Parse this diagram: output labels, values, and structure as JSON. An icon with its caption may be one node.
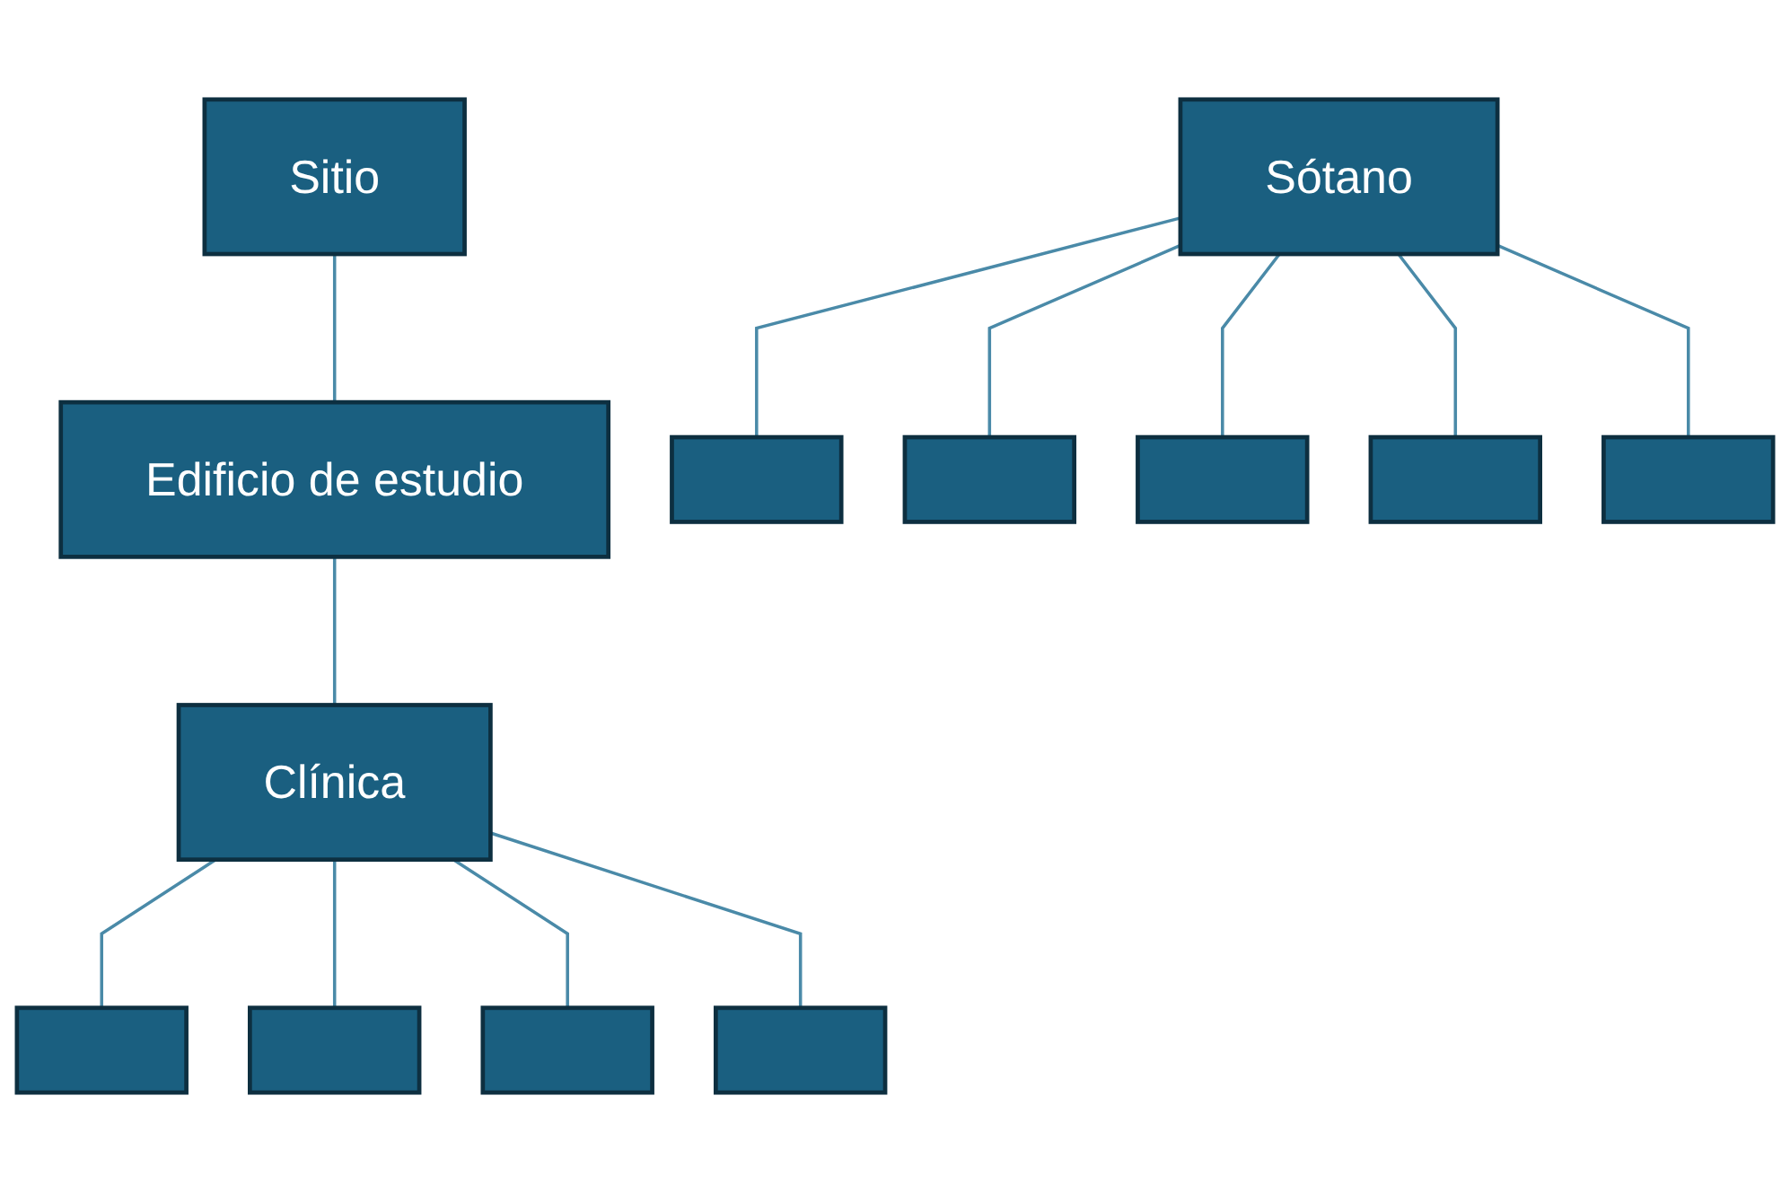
{
  "diagram": {
    "nodes": [
      {
        "text": [
          "Sitio"
        ]
      },
      {
        "text": [
          "Edificio de estudio"
        ]
      },
      {
        "text": [
          "Clínica"
        ]
      },
      {
        "text": [
          "Sótano"
        ]
      },
      {
        "text": [],
        "shape": "box"
      },
      {
        "text": [],
        "shape": "box"
      },
      {
        "text": [],
        "shape": "box"
      },
      {
        "text": [],
        "shape": "box"
      },
      {
        "text": [],
        "shape": "box"
      },
      {
        "text": [],
        "shape": "box"
      },
      {
        "text": [],
        "shape": "box"
      },
      {
        "text": [],
        "shape": "box"
      },
      {
        "text": [],
        "shape": "box"
      }
    ],
    "edges": [
      {
        "from": 0,
        "to": 1,
        "arrow": "none"
      },
      {
        "from": 1,
        "to": 2,
        "arrow": "none"
      },
      {
        "from": 2,
        "to": 4,
        "arrow": "none"
      },
      {
        "from": 2,
        "to": 5,
        "arrow": "none"
      },
      {
        "from": 2,
        "to": 6,
        "arrow": "none"
      },
      {
        "from": 2,
        "to": 7,
        "arrow": "none"
      },
      {
        "from": 3,
        "to": 8,
        "arrow": "none"
      },
      {
        "from": 3,
        "to": 9,
        "arrow": "none"
      },
      {
        "from": 3,
        "to": 10,
        "arrow": "none"
      },
      {
        "from": 3,
        "to": 11,
        "arrow": "none"
      },
      {
        "from": 3,
        "to": 12,
        "arrow": "none"
      }
    ]
  }
}
